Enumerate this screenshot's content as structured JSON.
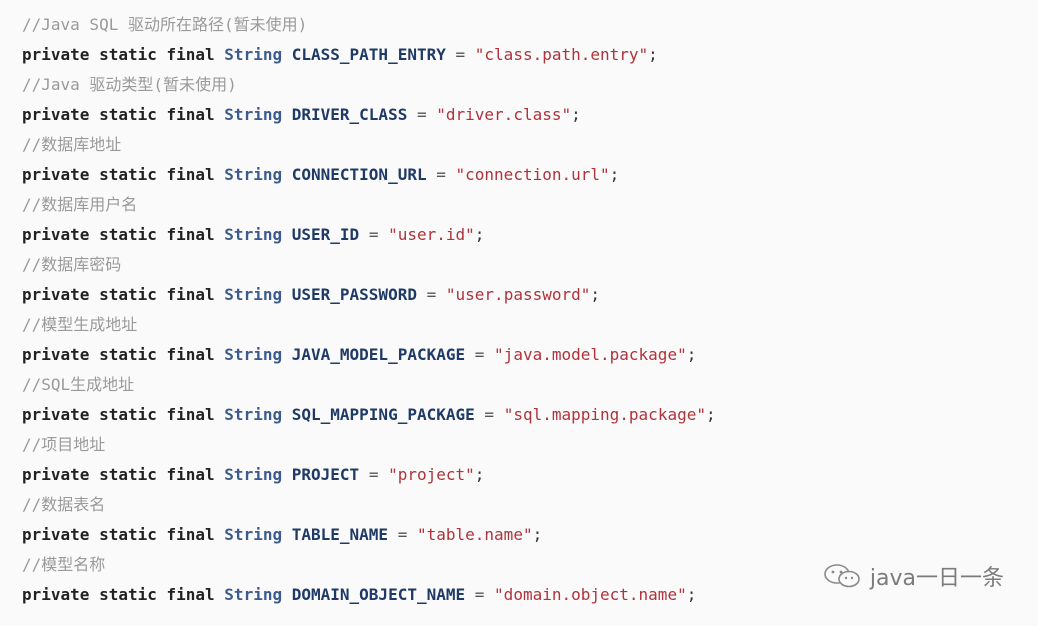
{
  "lines": [
    {
      "type": "comment",
      "text": "//Java SQL 驱动所在路径(暂未使用)"
    },
    {
      "type": "code",
      "modifiers": "private static final",
      "type_name": "String",
      "name": "CLASS_PATH_ENTRY",
      "op": "=",
      "value": "\"class.path.entry\"",
      "end": ";"
    },
    {
      "type": "comment",
      "text": "//Java 驱动类型(暂未使用)"
    },
    {
      "type": "code",
      "modifiers": "private static final",
      "type_name": "String",
      "name": "DRIVER_CLASS",
      "op": "=",
      "value": "\"driver.class\"",
      "end": ";"
    },
    {
      "type": "comment",
      "text": "//数据库地址"
    },
    {
      "type": "code",
      "modifiers": "private static final",
      "type_name": "String",
      "name": "CONNECTION_URL",
      "op": "=",
      "value": "\"connection.url\"",
      "end": ";"
    },
    {
      "type": "comment",
      "text": "//数据库用户名"
    },
    {
      "type": "code",
      "modifiers": "private static final",
      "type_name": "String",
      "name": "USER_ID",
      "op": "=",
      "value": "\"user.id\"",
      "end": ";"
    },
    {
      "type": "comment",
      "text": "//数据库密码"
    },
    {
      "type": "code",
      "modifiers": "private static final",
      "type_name": "String",
      "name": "USER_PASSWORD",
      "op": "=",
      "value": "\"user.password\"",
      "end": ";"
    },
    {
      "type": "comment",
      "text": "//模型生成地址"
    },
    {
      "type": "code",
      "modifiers": "private static final",
      "type_name": "String",
      "name": "JAVA_MODEL_PACKAGE",
      "op": "=",
      "value": "\"java.model.package\"",
      "end": ";"
    },
    {
      "type": "comment",
      "text": "//SQL生成地址"
    },
    {
      "type": "code",
      "modifiers": "private static final",
      "type_name": "String",
      "name": "SQL_MAPPING_PACKAGE",
      "op": "=",
      "value": "\"sql.mapping.package\"",
      "end": ";"
    },
    {
      "type": "comment",
      "text": "//项目地址"
    },
    {
      "type": "code",
      "modifiers": "private static final",
      "type_name": "String",
      "name": "PROJECT",
      "op": "=",
      "value": "\"project\"",
      "end": ";"
    },
    {
      "type": "comment",
      "text": "//数据表名"
    },
    {
      "type": "code",
      "modifiers": "private static final",
      "type_name": "String",
      "name": "TABLE_NAME",
      "op": "=",
      "value": "\"table.name\"",
      "end": ";"
    },
    {
      "type": "comment",
      "text": "//模型名称"
    },
    {
      "type": "code",
      "modifiers": "private static final",
      "type_name": "String",
      "name": "DOMAIN_OBJECT_NAME",
      "op": "=",
      "value": "\"domain.object.name\"",
      "end": ";"
    }
  ],
  "watermark": {
    "text": "java一日一条",
    "icon": "wechat-icon"
  },
  "colors": {
    "background": "#fafafa",
    "comment": "#9a9a9a",
    "keyword": "#222222",
    "type": "#3b5b8c",
    "identifier": "#1f3a66",
    "string": "#b0323a"
  }
}
